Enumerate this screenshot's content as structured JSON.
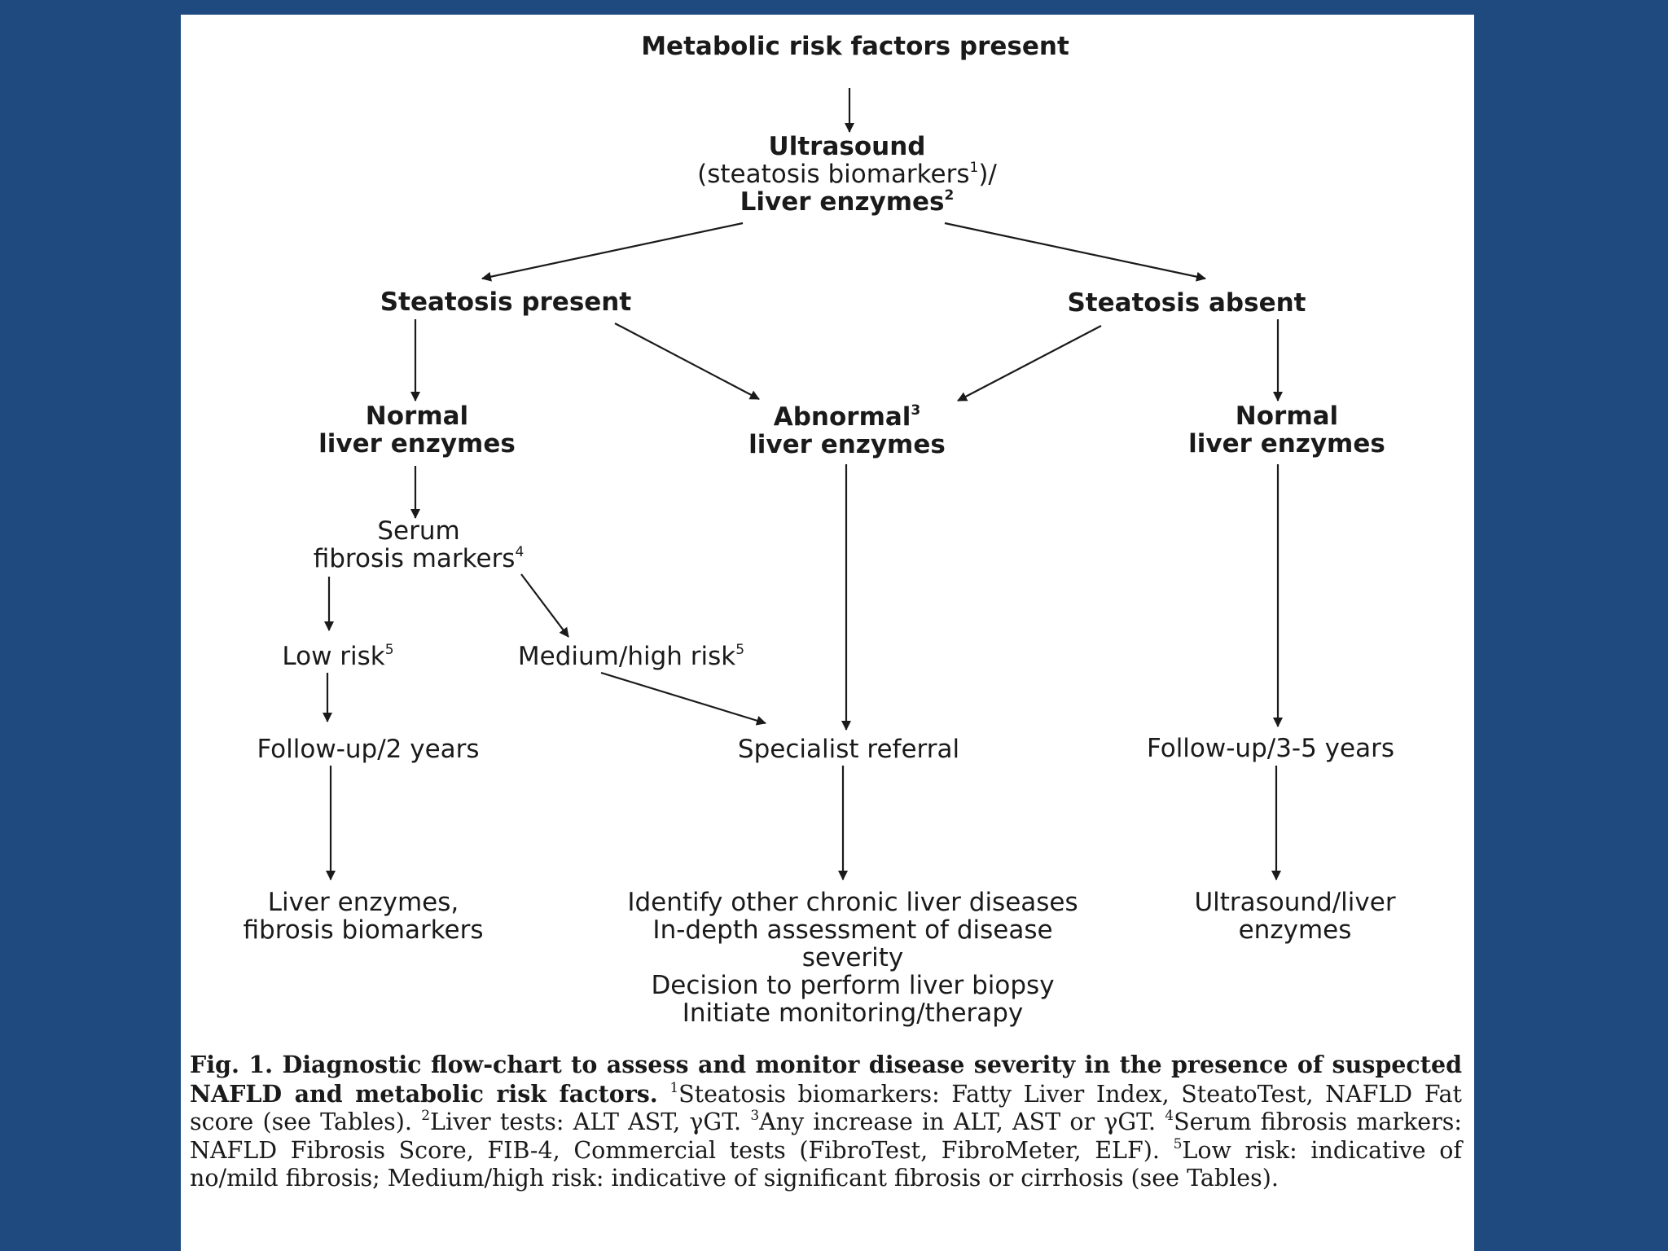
{
  "diagram": {
    "root": "Metabolic risk factors present",
    "ultrasound": {
      "line1": "Ultrasound",
      "line2": "(steatosis biomarkers",
      "line2_sup": "1",
      "line2_end": ")/",
      "line3": "Liver enzymes",
      "line3_sup": "2"
    },
    "steatosis_present": "Steatosis present",
    "steatosis_absent": "Steatosis absent",
    "normal_left": {
      "line1": "Normal",
      "line2": "liver enzymes"
    },
    "abnormal": {
      "line1": "Abnormal",
      "line1_sup": "3",
      "line2": "liver enzymes"
    },
    "normal_right": {
      "line1": "Normal",
      "line2": "liver enzymes"
    },
    "serum": {
      "line1": "Serum",
      "line2": "fibrosis markers",
      "line2_sup": "4"
    },
    "low_risk": {
      "text": "Low risk",
      "sup": "5"
    },
    "medium_risk": {
      "text": "Medium/high risk",
      "sup": "5"
    },
    "followup_2": "Follow-up/2 years",
    "specialist": "Specialist referral",
    "followup_35": "Follow-up/3-5 years",
    "liver_enzymes_fibrosis": {
      "line1": "Liver enzymes,",
      "line2": "fibrosis biomarkers"
    },
    "identify": {
      "line1": "Identify other chronic liver diseases",
      "line2": "In-depth assessment of disease",
      "line3": "severity",
      "line4": "Decision to perform liver biopsy",
      "line5": "Initiate monitoring/therapy"
    },
    "ultrasound_liver": {
      "line1": "Ultrasound/liver",
      "line2": "enzymes"
    }
  },
  "caption": {
    "bold": "Fig. 1. Diagnostic flow-chart to assess and monitor disease severity in the presence of suspected NAFLD and metabolic risk factors.",
    "n1": "1",
    "t1": "Steatosis biomarkers: Fatty Liver Index, SteatoTest, NAFLD Fat score (see Tables).",
    "n2": "2",
    "t2": "Liver tests: ALT AST, γGT.",
    "n3": "3",
    "t3": "Any increase in ALT, AST or γGT.",
    "n4": "4",
    "t4": "Serum fibrosis markers: NAFLD Fibrosis Score, FIB-4, Commercial tests (FibroTest, FibroMeter, ELF).",
    "n5": "5",
    "t5": "Low risk: indicative of no/mild fibrosis; Medium/high risk: indicative of significant fibrosis or cirrhosis (see Tables)."
  }
}
